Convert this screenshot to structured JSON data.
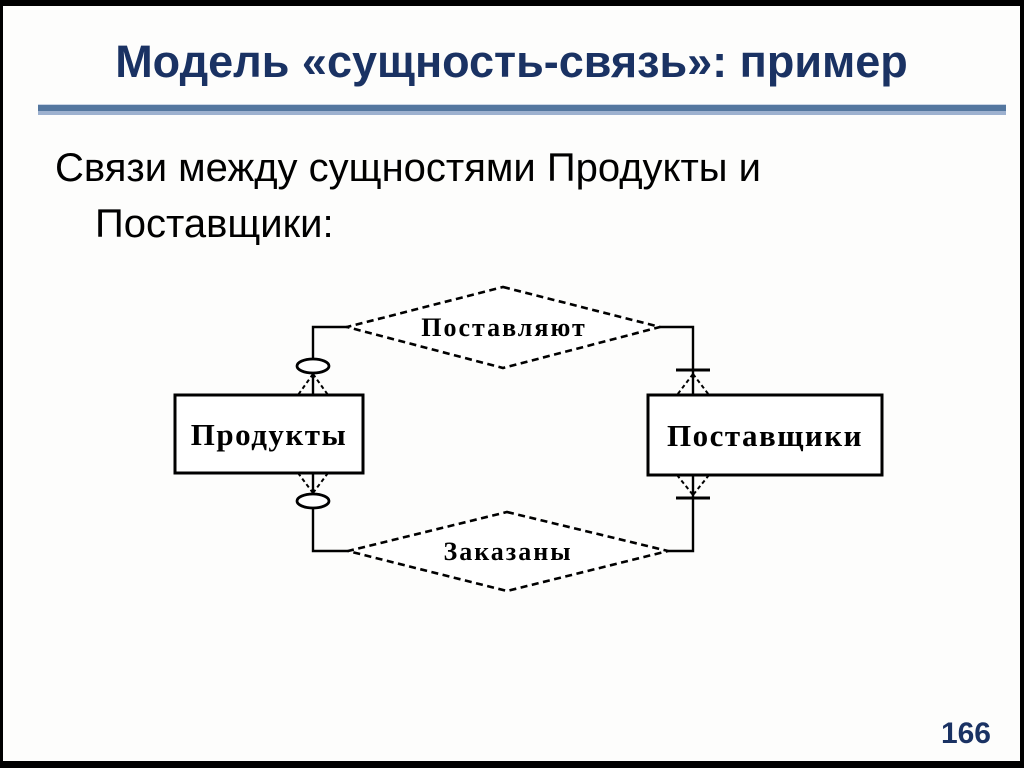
{
  "slide": {
    "title": "Модель «сущность-связь»: пример",
    "body_line1": "Связи между сущностями Продукты и",
    "body_line2": "Поставщики:",
    "page_number": "166"
  },
  "colors": {
    "title_text": "#1a3263",
    "accent_line_main": "#54779f",
    "accent_line_light": "#9db1cf",
    "body_text": "#000000",
    "diagram_stroke": "#000000",
    "slide_background": "#fdfdfc",
    "outer_frame": "#000000"
  },
  "diagram": {
    "type": "entity-relationship",
    "entity_left": {
      "label": "Продукты",
      "shape": "rectangle-solid"
    },
    "entity_right": {
      "label": "Поставщики",
      "shape": "rectangle-solid"
    },
    "relationship_top": {
      "label": "Поставляют",
      "shape": "diamond-dashed",
      "left_end_cardinality": "zero-or-many (circle + crow's foot at Продукты)",
      "right_end_cardinality": "one (bar + crow's foot at Поставщики)"
    },
    "relationship_bottom": {
      "label": "Заказаны",
      "shape": "diamond-dashed",
      "left_end_cardinality": "zero-or-many (circle + crow's foot at Продукты)",
      "right_end_cardinality": "one (bar + crow's foot at Поставщики)"
    }
  }
}
